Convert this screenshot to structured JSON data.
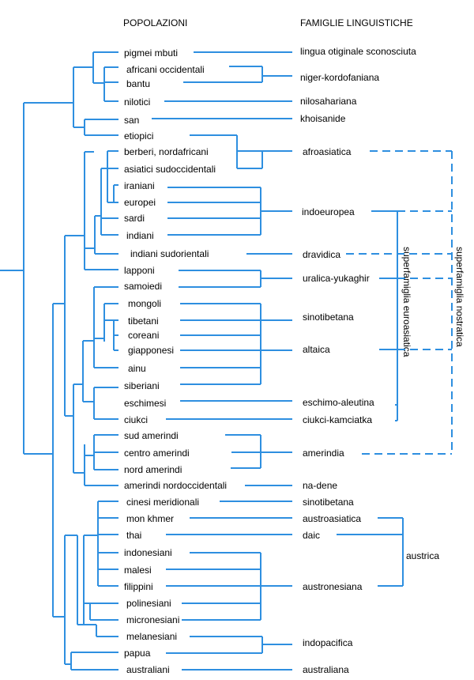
{
  "headers": {
    "populations": "POPOLAZIONI",
    "families": "FAMIGLIE LINGUISTICHE"
  },
  "populations": [
    "pigmei mbuti",
    "africani occidentali",
    "bantu",
    "nilotici",
    "san",
    "etiopici",
    "berberi, nordafricani",
    "asiatici sudoccidentali",
    "iraniani",
    "europei",
    "sardi",
    "indiani",
    "indiani sudorientali",
    "lapponi",
    "samoiedi",
    "mongoli",
    "tibetani",
    "coreani",
    "giapponesi",
    "ainu",
    "siberiani",
    "eschimesi",
    "ciukci",
    "sud amerindi",
    "centro amerindi",
    "nord amerindi",
    "amerindi nordoccidentali",
    "cinesi meridionali",
    "mon khmer",
    "thai",
    "indonesiani",
    "malesi",
    "filippini",
    "polinesiani",
    "micronesiani",
    "melanesiani",
    "papua",
    "australiani"
  ],
  "families": [
    "lingua otiginale sconosciuta",
    "niger-kordofaniana",
    "nilosahariana",
    "khoisanide",
    "afroasiatica",
    "indoeuropea",
    "dravidica",
    "uralica-yukaghir",
    "sinotibetana",
    "altaica",
    "eschimo-aleutina",
    "ciukci-kamciatka",
    "amerindia",
    "na-dene",
    "sinotibetana",
    "austroasiatica",
    "daic",
    "austrica",
    "austronesiana",
    "indopacifica",
    "australiana"
  ],
  "superfamilies": {
    "euroasiatica": "superfamiglia euroasiatica",
    "nostratica": "superfamiglia nostratica"
  },
  "colors": {
    "line": "#2e8fe0",
    "text": "#000000"
  }
}
